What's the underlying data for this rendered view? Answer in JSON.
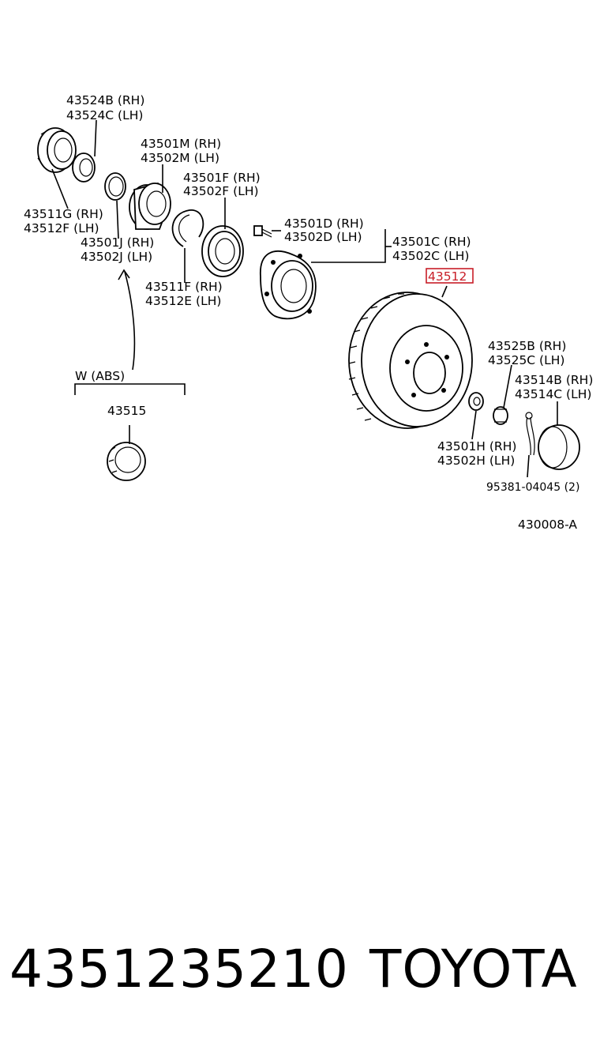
{
  "diagram": {
    "labels": {
      "l43524": [
        "43524B (RH)",
        "43524C (LH)"
      ],
      "l43501m": [
        "43501M (RH)",
        "43502M (LH)"
      ],
      "l43501f": [
        "43501F (RH)",
        "43502F (LH)"
      ],
      "l43511g": [
        "43511G (RH)",
        "43512F (LH)"
      ],
      "l43501j": [
        "43501J (RH)",
        "43502J (LH)"
      ],
      "l43511f": [
        "43511F (RH)",
        "43512E (LH)"
      ],
      "l43501d": [
        "43501D (RH)",
        "43502D (LH)"
      ],
      "l43501c": [
        "43501C (RH)",
        "43502C (LH)"
      ],
      "l43512": "43512",
      "l43525": [
        "43525B (RH)",
        "43525C (LH)"
      ],
      "l43514": [
        "43514B (RH)",
        "43514C (LH)"
      ],
      "l43501h": [
        "43501H (RH)",
        "43502H (LH)"
      ],
      "l95381": "95381-04045 (2)",
      "abs": "W (ABS)",
      "l43515": "43515",
      "ref": "430008-A"
    },
    "highlight_color": "#c81e28"
  },
  "footer": {
    "part_number": "4351235210",
    "brand": "TOYOTA"
  }
}
